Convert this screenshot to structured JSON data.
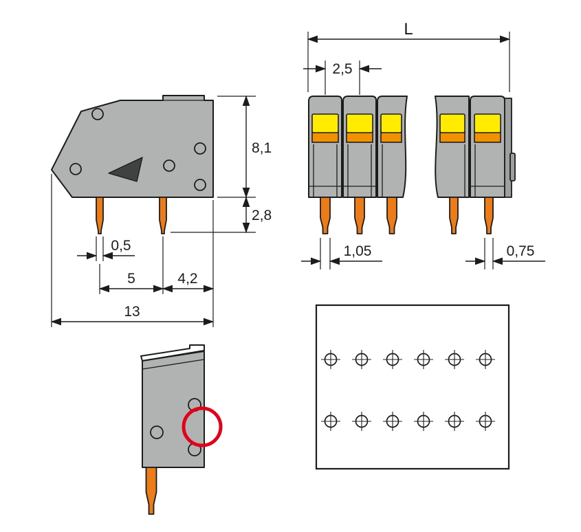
{
  "figure": {
    "type": "technical-drawing",
    "description": "PCB terminal strip dimensional drawing: side view, front view, rear detail view with red highlight, drilling plan",
    "colors": {
      "background": "#ffffff",
      "outline": "#1c1c1e",
      "dim_line": "#1c1c1e",
      "housing": "#b1b3b2",
      "housing_dark": "#9da0a0",
      "wedge_dark": "#3f4241",
      "lever_yellow": "#ffec00",
      "clamp_orange": "#f29100",
      "pin_orange": "#ec7c18",
      "highlight_red": "#e2001a"
    },
    "views": {
      "side": {
        "dim_housing_height": "8,1",
        "dim_pin_length": "2,8",
        "dim_pin_width": "0,5",
        "dim_pin_pitch": "5",
        "dim_pin_to_edge": "4,2",
        "dim_total_depth": "13"
      },
      "front": {
        "dim_total_length": "L",
        "dim_pole_pitch": "2,5",
        "dim_solder_pin_width": "1,05",
        "dim_end_pin_width": "0,75",
        "poles_visible": 5
      },
      "rear_detail": {
        "highlight": "red-circle"
      },
      "drill_plan": {
        "rows": 2,
        "holes_per_row": 6
      }
    }
  }
}
